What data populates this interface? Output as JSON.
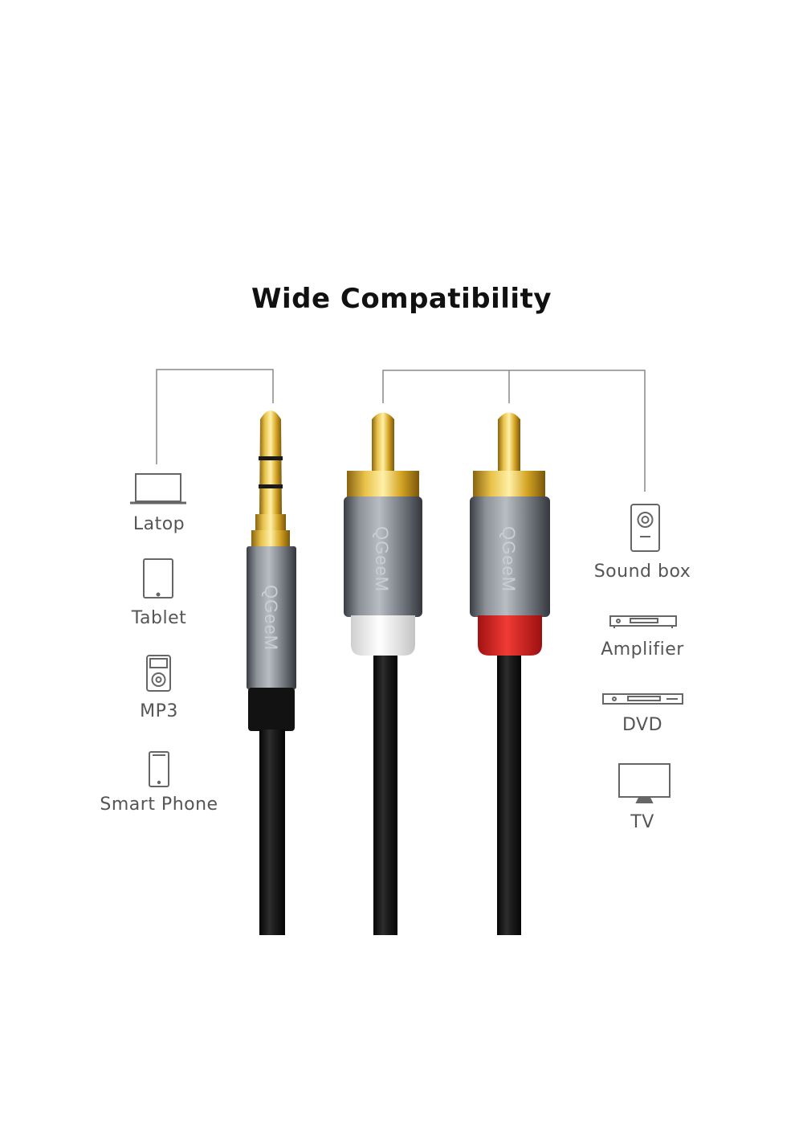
{
  "title": "Wide Compatibility",
  "brand": "QGeeM",
  "left_devices": [
    {
      "label": "Latop",
      "icon": "laptop-icon"
    },
    {
      "label": "Tablet",
      "icon": "tablet-icon"
    },
    {
      "label": "MP3",
      "icon": "mp3-player-icon"
    },
    {
      "label": "Smart Phone",
      "icon": "smartphone-icon"
    }
  ],
  "right_devices": [
    {
      "label": "Sound box",
      "icon": "speaker-icon"
    },
    {
      "label": "Amplifier",
      "icon": "amplifier-icon"
    },
    {
      "label": "DVD",
      "icon": "dvd-player-icon"
    },
    {
      "label": "TV",
      "icon": "tv-icon"
    }
  ],
  "colors": {
    "plug_gold": "#d9a926",
    "housing_gray": "#7b8087",
    "cable_black": "#1a1a1a",
    "collar_white": "#f4f4f4",
    "collar_red": "#e1231f"
  }
}
